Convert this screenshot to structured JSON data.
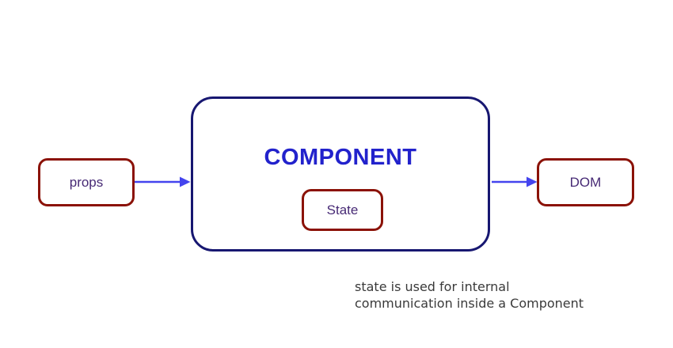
{
  "diagram": {
    "props_box": {
      "label": "props"
    },
    "component_box": {
      "label": "COMPONENT"
    },
    "state_box": {
      "label": "State"
    },
    "dom_box": {
      "label": "DOM"
    },
    "arrows": [
      {
        "name": "props-to-component",
        "icon": "right-arrow-icon"
      },
      {
        "name": "component-to-dom",
        "icon": "right-arrow-icon"
      }
    ],
    "caption": {
      "line1": "state is used for internal",
      "line2": "communication inside a Component"
    }
  },
  "colors": {
    "background": "#ffffff",
    "box_border_red": "#8b1207",
    "component_border_navy": "#171771",
    "component_title_blue": "#2222cc",
    "box_label_purple": "#472a75",
    "arrow_blue": "#4444ee",
    "caption_gray": "#3a3a3a"
  }
}
